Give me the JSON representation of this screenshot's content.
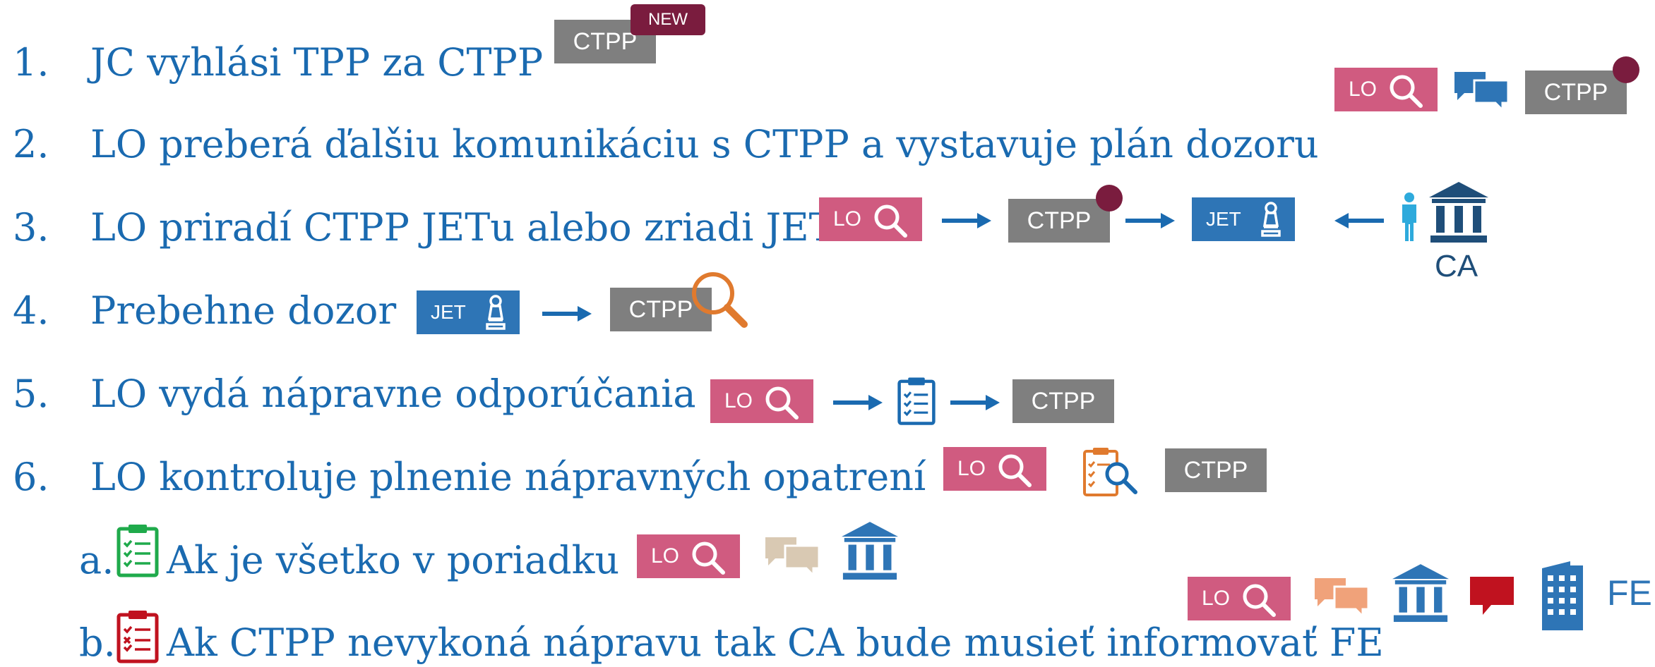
{
  "steps": [
    {
      "num": "1.",
      "text": "JC vyhlási TPP za CTPP"
    },
    {
      "num": "2.",
      "text": "LO preberá ďalšiu komunikáciu s CTPP a vystavuje plán dozoru"
    },
    {
      "num": "3.",
      "text": "LO priradí CTPP JETu alebo zriadi JET"
    },
    {
      "num": "4.",
      "text": "Prebehne dozor"
    },
    {
      "num": "5.",
      "text": "LO vydá nápravne odporúčania"
    },
    {
      "num": "6.",
      "text": "LO kontroluje plnenie nápravných opatrení"
    }
  ],
  "substeps": [
    {
      "letter": "a.",
      "text": "Ak je všetko v poriadku",
      "icon": "clipboard-check-icon",
      "icon_color": "#1faa4b"
    },
    {
      "letter": "b.",
      "text": "Ak CTPP nevykoná nápravu tak CA bude musieť informovať FE",
      "icon": "clipboard-error-icon",
      "icon_color": "#c0121f"
    }
  ],
  "labels": {
    "ctpp": "CTPP",
    "new": "NEW",
    "lo": "LO",
    "jet": "JET",
    "ca": "CA",
    "fe": "FE"
  },
  "colors": {
    "text": "#1a6ab0",
    "lo_badge": "#d05b80",
    "ctpp_badge": "#7f7f7f",
    "jet_badge": "#2e75b6",
    "new_badge": "#7a1c3e",
    "orange": "#e07a2e",
    "green": "#1faa4b",
    "red": "#c0121f",
    "beige": "#d9c9b3",
    "salmon": "#f0a27a"
  }
}
